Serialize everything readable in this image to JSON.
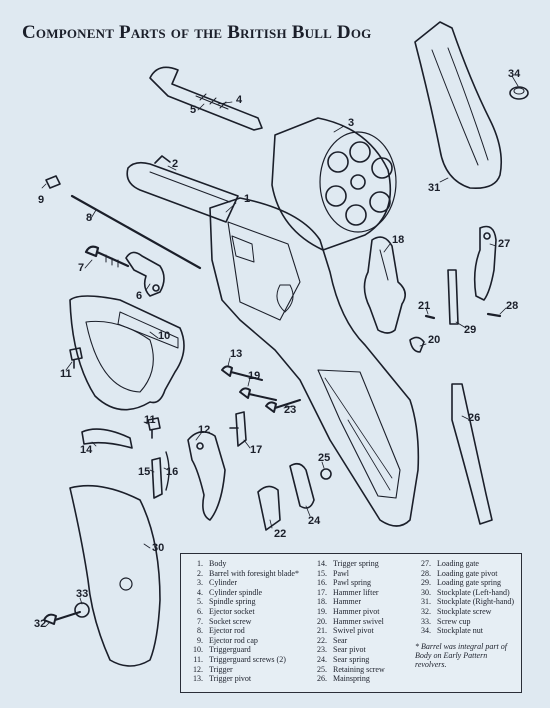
{
  "title": "Component Parts of the British Bull Dog",
  "callouts": [
    "1",
    "2",
    "3",
    "4",
    "5",
    "6",
    "7",
    "8",
    "9",
    "10",
    "11",
    "11",
    "12",
    "13",
    "14",
    "15",
    "16",
    "17",
    "18",
    "19",
    "20",
    "21",
    "22",
    "23",
    "24",
    "25",
    "26",
    "27",
    "28",
    "29",
    "30",
    "31",
    "32",
    "33",
    "34"
  ],
  "legend": {
    "col1": [
      {
        "n": "1.",
        "label": "Body"
      },
      {
        "n": "2.",
        "label": "Barrel with foresight blade*"
      },
      {
        "n": "3.",
        "label": "Cylinder"
      },
      {
        "n": "4.",
        "label": "Cylinder spindle"
      },
      {
        "n": "5.",
        "label": "Spindle spring"
      },
      {
        "n": "6.",
        "label": "Ejector socket"
      },
      {
        "n": "7.",
        "label": "Socket screw"
      },
      {
        "n": "8.",
        "label": "Ejector rod"
      },
      {
        "n": "9.",
        "label": "Ejector rod cap"
      },
      {
        "n": "10.",
        "label": "Triggerguard"
      },
      {
        "n": "11.",
        "label": "Triggerguard screws (2)"
      },
      {
        "n": "12.",
        "label": "Trigger"
      },
      {
        "n": "13.",
        "label": "Trigger pivot"
      }
    ],
    "col2": [
      {
        "n": "14.",
        "label": "Trigger spring"
      },
      {
        "n": "15.",
        "label": "Pawl"
      },
      {
        "n": "16.",
        "label": "Pawl spring"
      },
      {
        "n": "17.",
        "label": "Hammer lifter"
      },
      {
        "n": "18.",
        "label": "Hammer"
      },
      {
        "n": "19.",
        "label": "Hammer pivot"
      },
      {
        "n": "20.",
        "label": "Hammer swivel"
      },
      {
        "n": "21.",
        "label": "Swivel pivot"
      },
      {
        "n": "22.",
        "label": "Sear"
      },
      {
        "n": "23.",
        "label": "Sear pivot"
      },
      {
        "n": "24.",
        "label": "Sear spring"
      },
      {
        "n": "25.",
        "label": "Retaining screw"
      },
      {
        "n": "26.",
        "label": "Mainspring"
      }
    ],
    "col3": [
      {
        "n": "27.",
        "label": "Loading gate"
      },
      {
        "n": "28.",
        "label": "Loading gate pivot"
      },
      {
        "n": "29.",
        "label": "Loading gate spring"
      },
      {
        "n": "30.",
        "label": "Stockplate (Left-hand)"
      },
      {
        "n": "31.",
        "label": "Stockplate (Right-hand)"
      },
      {
        "n": "32.",
        "label": "Stockplate screw"
      },
      {
        "n": "33.",
        "label": "Screw cup"
      },
      {
        "n": "34.",
        "label": "Stockplate nut"
      }
    ],
    "note": "* Barrel was integral part of Body on Early Pattern revolvers."
  }
}
